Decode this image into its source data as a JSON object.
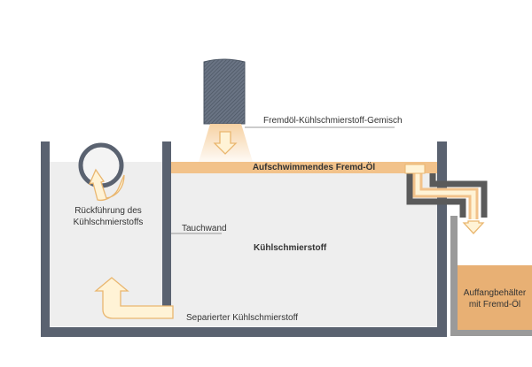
{
  "labels": {
    "mixture": "Fremdöl-Kühlschmierstoff-Gemisch",
    "floating_oil": "Aufschwimmendes Fremd-Öl",
    "return_line1": "Rückführung des",
    "return_line2": "Kühlschmierstoffs",
    "baffle": "Tauchwand",
    "coolant": "Kühlschmierstoff",
    "separated": "Separierter Kühlschmierstoff",
    "collector_line1": "Auffangbehälter",
    "collector_line2": "mit Fremd-Öl"
  },
  "colors": {
    "tank_wall": "#5a6270",
    "liquid": "#eeeeee",
    "oil": "#f2c28a",
    "collector": "#e8b074",
    "arrow_fill": "#fff3d6",
    "arrow_stroke": "#e9b66f",
    "pipe": "#5a5a5a",
    "text": "#333333"
  },
  "icons": {
    "inflow_nozzle": "hatched-nozzle-icon",
    "return_pipe": "circular-pipe-icon",
    "flow_arrows": "flow-arrow-icon"
  }
}
